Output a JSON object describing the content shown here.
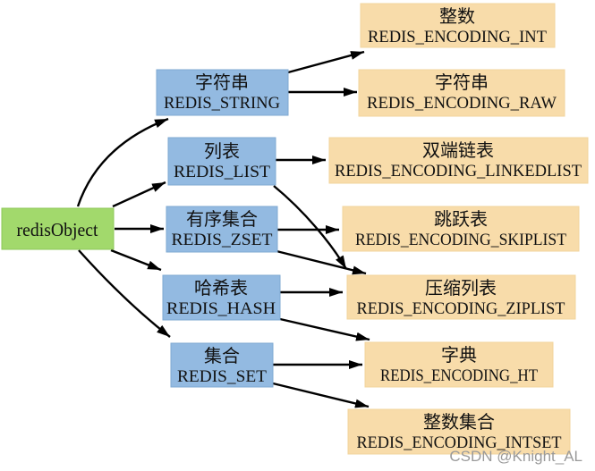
{
  "watermark": "CSDN @Knight_AL",
  "colors": {
    "background": "#ffffff",
    "root_fill": "#a2d96c",
    "type_fill": "#93bae1",
    "encoding_fill": "#f8dcaa",
    "arrow": "#000000",
    "watermark": "#9a9a9a"
  },
  "root": {
    "label": "redisObject"
  },
  "types": [
    {
      "id": "string",
      "name_cn": "字符串",
      "const": "REDIS_STRING"
    },
    {
      "id": "list",
      "name_cn": "列表",
      "const": "REDIS_LIST"
    },
    {
      "id": "zset",
      "name_cn": "有序集合",
      "const": "REDIS_ZSET"
    },
    {
      "id": "hash",
      "name_cn": "哈希表",
      "const": "REDIS_HASH"
    },
    {
      "id": "set",
      "name_cn": "集合",
      "const": "REDIS_SET"
    }
  ],
  "encodings": [
    {
      "id": "int",
      "name_cn": "整数",
      "const": "REDIS_ENCODING_INT"
    },
    {
      "id": "raw",
      "name_cn": "字符串",
      "const": "REDIS_ENCODING_RAW"
    },
    {
      "id": "linkedlist",
      "name_cn": "双端链表",
      "const": "REDIS_ENCODING_LINKEDLIST"
    },
    {
      "id": "skiplist",
      "name_cn": "跳跃表",
      "const": "REDIS_ENCODING_SKIPLIST"
    },
    {
      "id": "ziplist",
      "name_cn": "压缩列表",
      "const": "REDIS_ENCODING_ZIPLIST"
    },
    {
      "id": "ht",
      "name_cn": "字典",
      "const": "REDIS_ENCODING_HT"
    },
    {
      "id": "intset",
      "name_cn": "整数集合",
      "const": "REDIS_ENCODING_INTSET"
    }
  ],
  "edges": [
    {
      "from": "redisObject",
      "to": "REDIS_STRING"
    },
    {
      "from": "redisObject",
      "to": "REDIS_LIST"
    },
    {
      "from": "redisObject",
      "to": "REDIS_ZSET"
    },
    {
      "from": "redisObject",
      "to": "REDIS_HASH"
    },
    {
      "from": "redisObject",
      "to": "REDIS_SET"
    },
    {
      "from": "REDIS_STRING",
      "to": "REDIS_ENCODING_INT"
    },
    {
      "from": "REDIS_STRING",
      "to": "REDIS_ENCODING_RAW"
    },
    {
      "from": "REDIS_LIST",
      "to": "REDIS_ENCODING_LINKEDLIST"
    },
    {
      "from": "REDIS_LIST",
      "to": "REDIS_ENCODING_ZIPLIST"
    },
    {
      "from": "REDIS_ZSET",
      "to": "REDIS_ENCODING_SKIPLIST"
    },
    {
      "from": "REDIS_ZSET",
      "to": "REDIS_ENCODING_ZIPLIST"
    },
    {
      "from": "REDIS_HASH",
      "to": "REDIS_ENCODING_ZIPLIST"
    },
    {
      "from": "REDIS_HASH",
      "to": "REDIS_ENCODING_HT"
    },
    {
      "from": "REDIS_SET",
      "to": "REDIS_ENCODING_HT"
    },
    {
      "from": "REDIS_SET",
      "to": "REDIS_ENCODING_INTSET"
    }
  ]
}
